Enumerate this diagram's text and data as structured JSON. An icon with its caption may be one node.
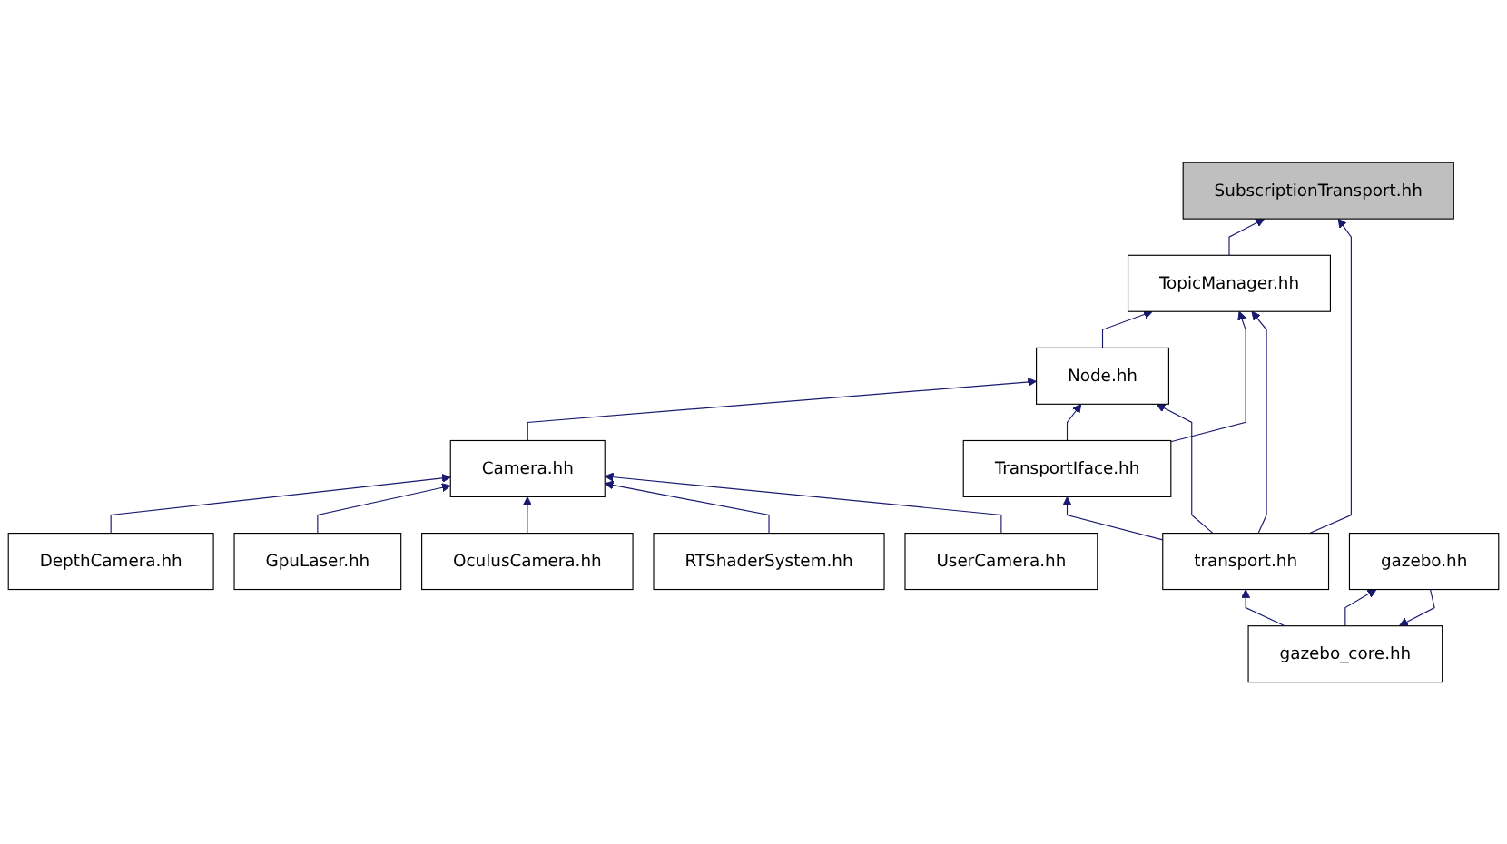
{
  "diagram": {
    "nodes": [
      {
        "text": [
          "SubscriptionTransport.hh"
        ]
      },
      {
        "text": [
          "TopicManager.hh"
        ]
      },
      {
        "text": [
          "Node.hh"
        ]
      },
      {
        "text": [
          "Camera.hh"
        ]
      },
      {
        "text": [
          "TransportIface.hh"
        ]
      },
      {
        "text": [
          "DepthCamera.hh"
        ]
      },
      {
        "text": [
          "GpuLaser.hh"
        ]
      },
      {
        "text": [
          "OculusCamera.hh"
        ]
      },
      {
        "text": [
          "RTShaderSystem.hh"
        ]
      },
      {
        "text": [
          "UserCamera.hh"
        ]
      },
      {
        "text": [
          "transport.hh"
        ]
      },
      {
        "text": [
          "gazebo_core.hh"
        ]
      },
      {
        "text": [
          "gazebo.hh"
        ]
      }
    ],
    "edges": [
      {
        "from": 1,
        "to": 0,
        "arrow": "to"
      },
      {
        "from": 10,
        "to": 0,
        "arrow": "to"
      },
      {
        "from": 2,
        "to": 1,
        "arrow": "to"
      },
      {
        "from": 4,
        "to": 1,
        "arrow": "to"
      },
      {
        "from": 10,
        "to": 1,
        "arrow": "to"
      },
      {
        "from": 3,
        "to": 2,
        "arrow": "to"
      },
      {
        "from": 4,
        "to": 2,
        "arrow": "to"
      },
      {
        "from": 10,
        "to": 2,
        "arrow": "to"
      },
      {
        "from": 5,
        "to": 3,
        "arrow": "to"
      },
      {
        "from": 6,
        "to": 3,
        "arrow": "to"
      },
      {
        "from": 7,
        "to": 3,
        "arrow": "to"
      },
      {
        "from": 8,
        "to": 3,
        "arrow": "to"
      },
      {
        "from": 9,
        "to": 3,
        "arrow": "to"
      },
      {
        "from": 10,
        "to": 4,
        "arrow": "to"
      },
      {
        "from": 11,
        "to": 10,
        "arrow": "to"
      },
      {
        "from": 12,
        "to": 11,
        "arrow": "to"
      },
      {
        "from": 11,
        "to": 12,
        "arrow": "to"
      }
    ]
  }
}
